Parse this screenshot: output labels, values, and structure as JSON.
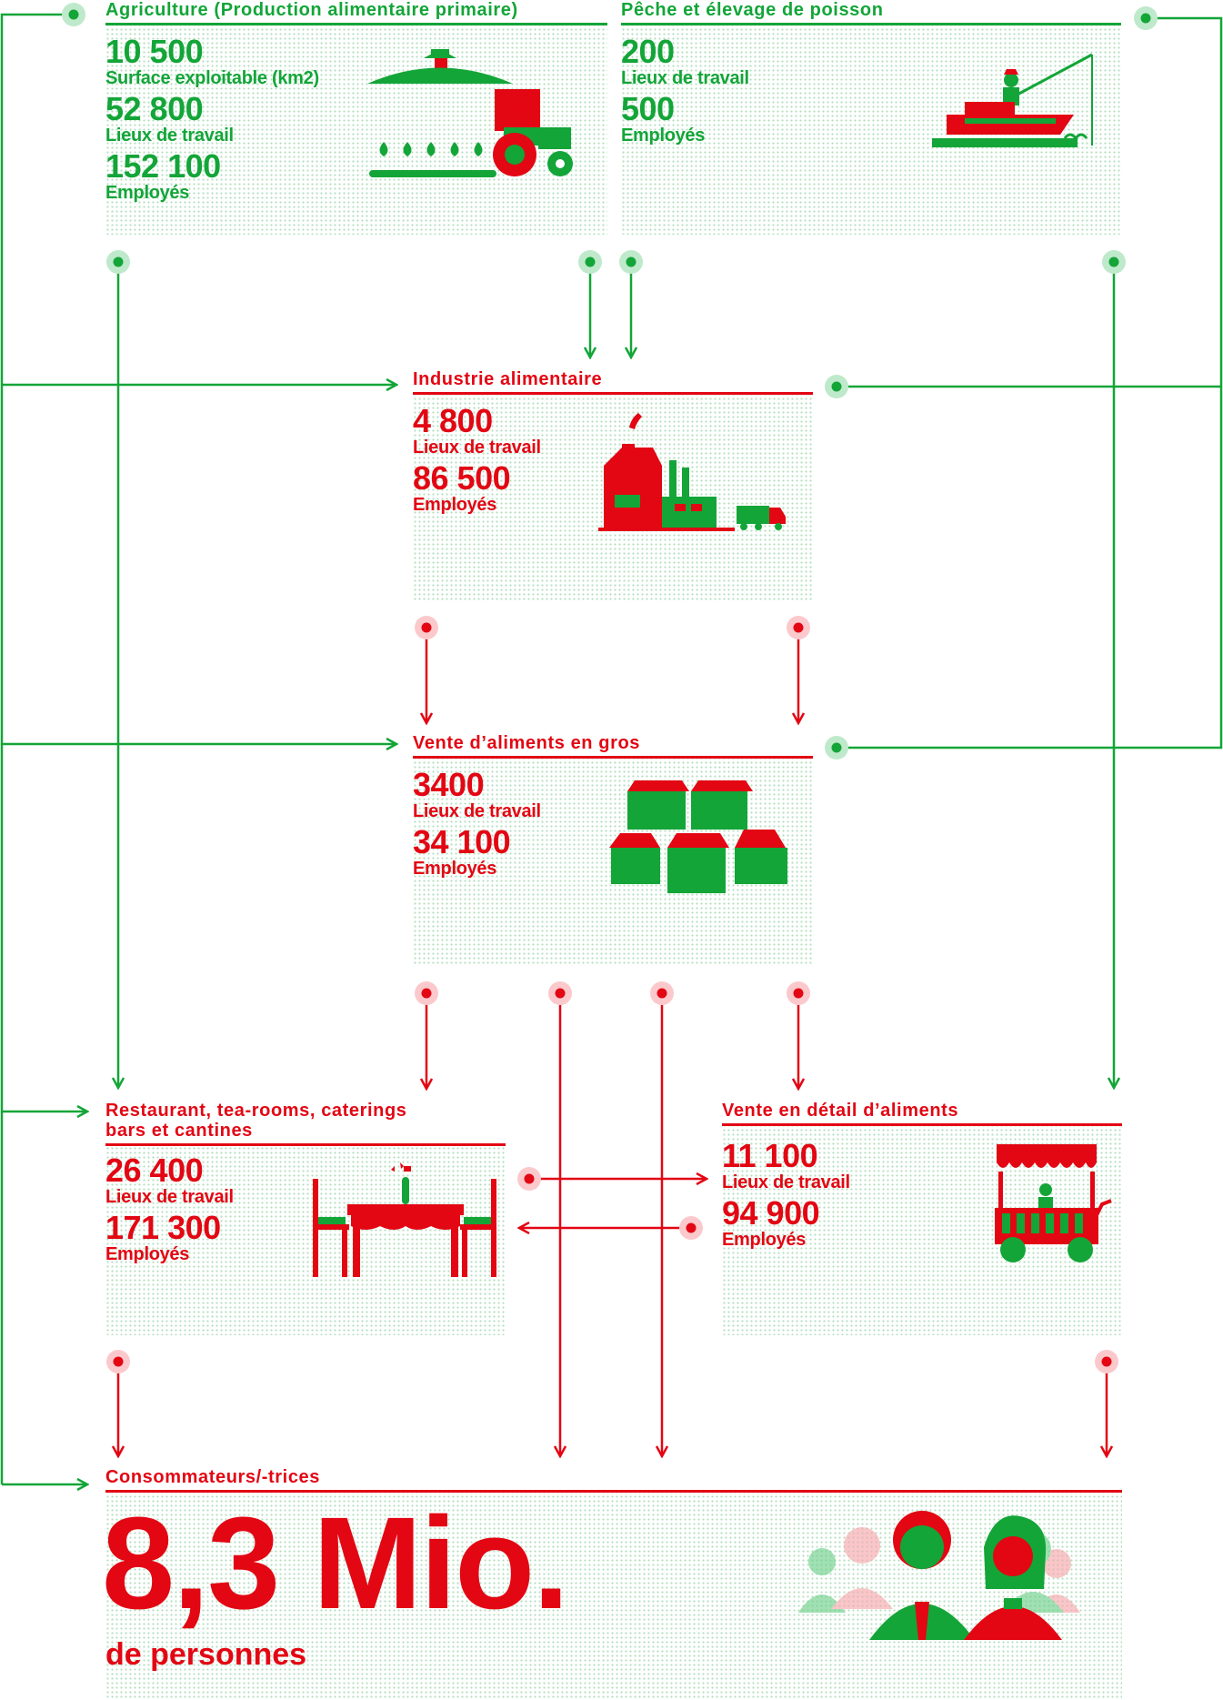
{
  "colors": {
    "green": "#13a538",
    "red": "#e30613",
    "light_green": "#6fd08c",
    "light_red": "#f6a9ad"
  },
  "agriculture": {
    "title": "Agriculture (Production alimentaire primaire)",
    "stats": [
      {
        "value": "10 500",
        "label": "Surface exploitable (km2)"
      },
      {
        "value": "52 800",
        "label": "Lieux de travail"
      },
      {
        "value": "152 100",
        "label": "Employés"
      }
    ],
    "icon": "tractor-field-icon"
  },
  "fishing": {
    "title": "Pêche et élevage de poisson",
    "stats": [
      {
        "value": "200",
        "label": "Lieux de travail"
      },
      {
        "value": "500",
        "label": "Employés"
      }
    ],
    "icon": "fishing-boat-icon"
  },
  "industry": {
    "title": "Industrie alimentaire",
    "stats": [
      {
        "value": "4 800",
        "label": "Lieux de travail"
      },
      {
        "value": "86 500",
        "label": "Employés"
      }
    ],
    "icon": "factory-truck-icon"
  },
  "wholesale": {
    "title": "Vente d’aliments en gros",
    "stats": [
      {
        "value": "3400",
        "label": "Lieux de travail"
      },
      {
        "value": "34 100",
        "label": "Employés"
      }
    ],
    "icon": "stacked-boxes-icon"
  },
  "restaurant": {
    "title_line1": "Restaurant, tea-rooms, caterings",
    "title_line2": "bars et cantines",
    "stats": [
      {
        "value": "26 400",
        "label": "Lieux de travail"
      },
      {
        "value": "171 300",
        "label": "Employés"
      }
    ],
    "icon": "dining-table-icon"
  },
  "retail": {
    "title": "Vente en détail d’aliments",
    "stats": [
      {
        "value": "11 100",
        "label": "Lieux de travail"
      },
      {
        "value": "94 900",
        "label": "Employés"
      }
    ],
    "icon": "market-stall-icon"
  },
  "consumers": {
    "title": "Consommateurs/-trices",
    "value": "8,3 Mio.",
    "label": "de personnes",
    "icon": "people-group-icon"
  }
}
